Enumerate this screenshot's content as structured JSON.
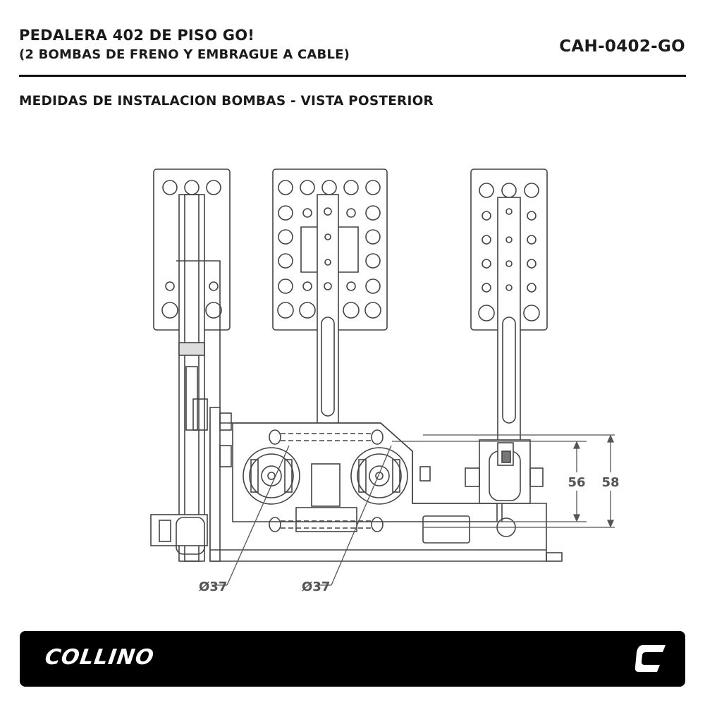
{
  "header": {
    "title_line1": "PEDALERA 402 DE PISO GO!",
    "title_line2": "(2 BOMBAS DE FRENO Y EMBRAGUE A CABLE)",
    "part_number": "CAH-0402-GO"
  },
  "section_title": "MEDIDAS DE INSTALACION BOMBAS - VISTA POSTERIOR",
  "dimensions": {
    "height_inner": "56",
    "height_outer": "58",
    "bore_left": "Ø37",
    "bore_right": "Ø37"
  },
  "footer": {
    "brand": "COLLINO",
    "brand_mark_icon": "collino-c-logo-icon",
    "background": "#000000",
    "text_color": "#ffffff"
  }
}
